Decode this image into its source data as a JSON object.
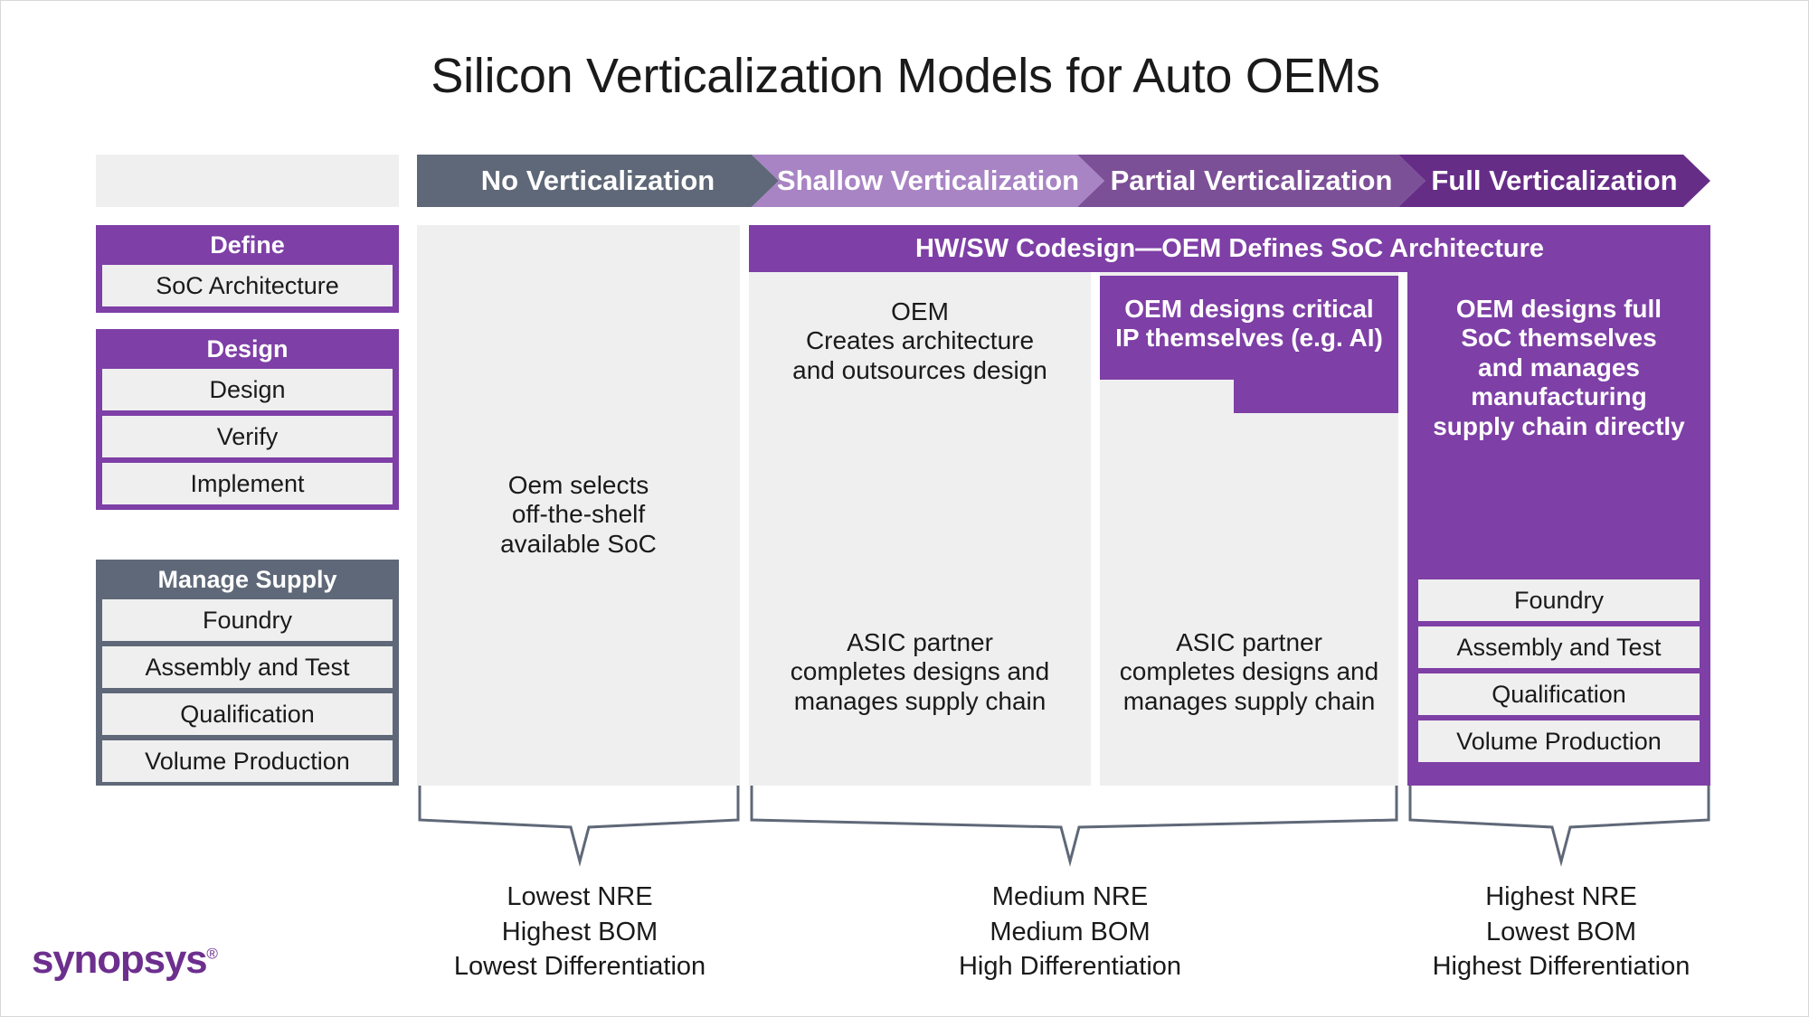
{
  "title": "Silicon Verticalization Models for Auto OEMs",
  "colors": {
    "purple": "#7e3fa6",
    "purple_dark": "#662d87",
    "purple_mid": "#7c5097",
    "purple_light": "#a884c4",
    "slate": "#5f6878",
    "light_gray": "#efefef",
    "brand": "#6d2f8e"
  },
  "header": {
    "empty_label": "",
    "stages": [
      {
        "label": "No Verticalization",
        "color": "#5f6878"
      },
      {
        "label": "Shallow Verticalization",
        "color": "#a884c4"
      },
      {
        "label": "Partial Verticalization",
        "color": "#7c5097"
      },
      {
        "label": "Full Verticalization",
        "color": "#662d87"
      }
    ]
  },
  "sidebar": {
    "groups": [
      {
        "head": "Define",
        "style": "purple",
        "items": [
          "SoC Architecture"
        ]
      },
      {
        "head": "Design",
        "style": "purple",
        "items": [
          "Design",
          "Verify",
          "Implement"
        ]
      },
      {
        "head": "Manage Supply",
        "style": "slate",
        "items": [
          "Foundry",
          "Assembly and Test",
          "Qualification",
          "Volume Production"
        ]
      }
    ]
  },
  "codesign_banner": "HW/SW Codesign—OEM Defines SoC Architecture",
  "columns": {
    "no_vert": {
      "body": "Oem selects\noff-the-shelf\navailable SoC"
    },
    "shallow": {
      "top": "OEM\nCreates architecture\nand outsources design",
      "bottom": "ASIC partner\ncompletes designs and\nmanages supply chain"
    },
    "partial": {
      "highlight": "OEM designs critical\nIP themselves (e.g. AI)",
      "bottom": "ASIC partner\ncompletes designs and\nmanages supply chain"
    },
    "full": {
      "highlight": "OEM designs full\nSoC themselves\nand manages\nmanufacturing\nsupply chain directly",
      "boxes": [
        "Foundry",
        "Assembly and Test",
        "Qualification",
        "Volume Production"
      ]
    }
  },
  "summaries": [
    {
      "lines": "Lowest NRE\nHighest BOM\nLowest Differentiation"
    },
    {
      "lines": "Medium NRE\nMedium BOM\nHigh Differentiation"
    },
    {
      "lines": "Highest NRE\nLowest BOM\nHighest Differentiation"
    }
  ],
  "logo": {
    "name": "synopsys",
    "mark": "®"
  }
}
